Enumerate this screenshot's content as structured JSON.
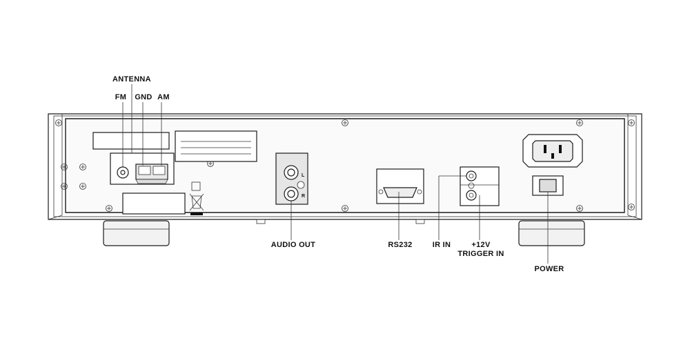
{
  "labels": {
    "antenna": "ANTENNA",
    "fm": "FM",
    "gnd": "GND",
    "am": "AM",
    "audio_out": "AUDIO OUT",
    "rs232": "RS232",
    "ir_in": "IR IN",
    "trigger_line1": "+12V",
    "trigger_line2": "TRIGGER IN",
    "power": "POWER",
    "channel_left": "L",
    "channel_right": "R"
  }
}
